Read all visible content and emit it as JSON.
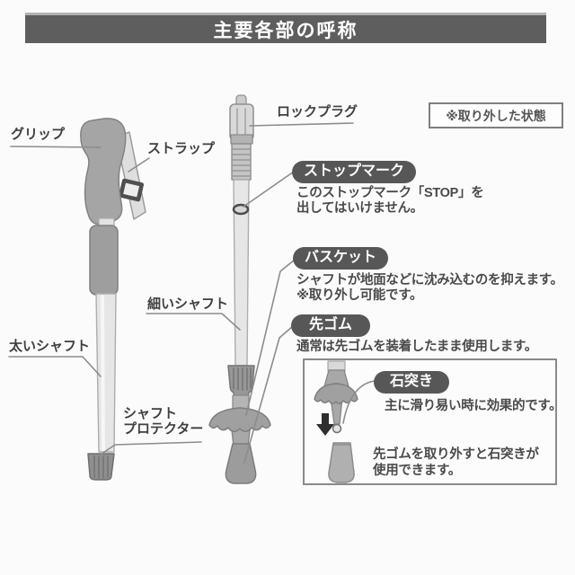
{
  "header": {
    "title": "主要各部の呼称"
  },
  "note_box": {
    "text": "※取り外した状態"
  },
  "left_pole_labels": {
    "grip": "グリップ",
    "strap": "ストラップ",
    "thick_shaft": "太いシャフト",
    "shaft_protector_line1": "シャフト",
    "shaft_protector_line2": "プロテクター"
  },
  "right_pole_labels": {
    "lock_plug": "ロックプラグ",
    "thin_shaft": "細いシャフト"
  },
  "callouts": {
    "stop_mark": {
      "label": "ストップマーク",
      "desc1": "このストップマーク「STOP」を",
      "desc2": "出してはいけません。"
    },
    "basket": {
      "label": "バスケット",
      "desc1": "シャフトが地面などに沈み込むのを抑えます。",
      "desc2": "※取り外し可能です。"
    },
    "tip_rubber": {
      "label": "先ゴム",
      "desc1": "通常は先ゴムを装着したまま使用します。"
    },
    "carbide_tip": {
      "label": "石突き",
      "desc1": "主に滑り易い時に効果的です。",
      "desc2": "先ゴムを取り外すと石突きが",
      "desc3": "使用できます。"
    }
  },
  "colors": {
    "header_band": "#5e5e5e",
    "pill": "#575757",
    "part_fill": "#a2a2a2",
    "shaft_fill": "#e6e6e6",
    "line": "#8c8c8c"
  }
}
